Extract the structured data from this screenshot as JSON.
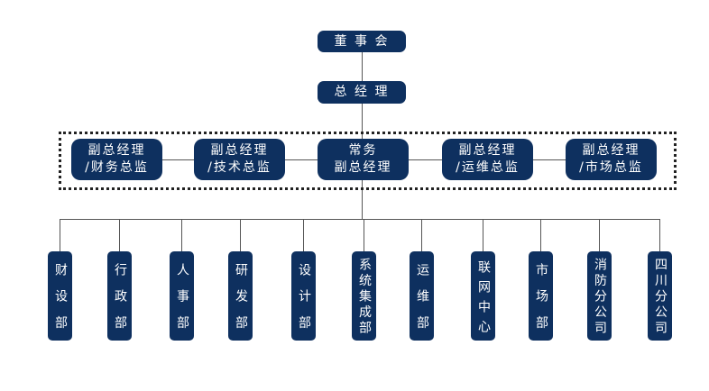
{
  "board": "董 事 会",
  "gm": "总 经 理",
  "vps": [
    {
      "line1": "副总经理",
      "line2": "/财务总监"
    },
    {
      "line1": "副总经理",
      "line2": "/技术总监"
    },
    {
      "line1": "常务",
      "line2": "副总经理"
    },
    {
      "line1": "副总经理",
      "line2": "/运维总监"
    },
    {
      "line1": "副总经理",
      "line2": "/市场总监"
    }
  ],
  "departments": [
    "财设部",
    "行政部",
    "人事部",
    "研发部",
    "设计部",
    "系统集成部",
    "运维部",
    "联网中心",
    "市场部",
    "消防分公司",
    "四川分公司"
  ]
}
